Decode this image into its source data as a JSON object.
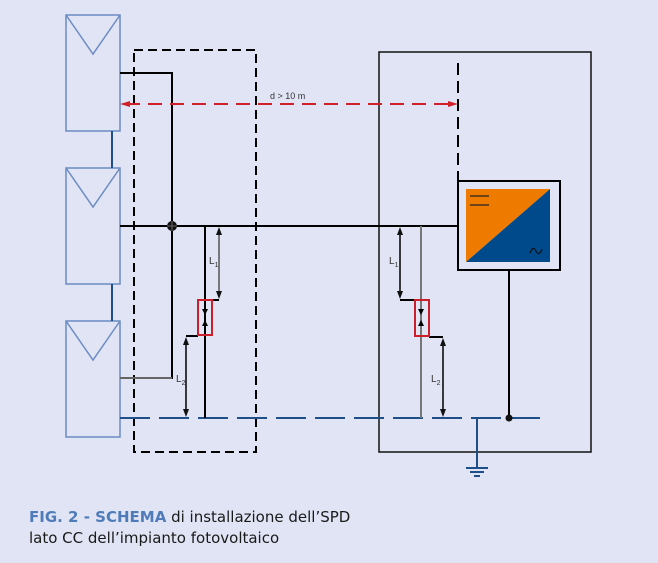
{
  "diagram": {
    "distance_label": "d > 10 m",
    "left_spd": {
      "l1_label": "L",
      "l1_sub": "1",
      "l2_label": "L",
      "l2_sub": "2"
    },
    "right_spd": {
      "l1_label": "L",
      "l1_sub": "1",
      "l2_label": "L",
      "l2_sub": "2"
    },
    "colors": {
      "background": "#e1e4f4",
      "panel_stroke": "#6b8cc4",
      "wire": "#000000",
      "earth": "#1f4f88",
      "distance": "#d0202a",
      "spd": "#cc1f2b",
      "inverter_dc": "#ee7b00",
      "inverter_ac": "#004a8c"
    },
    "components": [
      "pv-panel",
      "pv-panel",
      "pv-panel",
      "spd",
      "spd",
      "inverter",
      "ground"
    ]
  },
  "caption": {
    "figure_label": "FIG. 2 - SCHEMA",
    "line1_rest": " di installazione dell’SPD",
    "line2": "lato CC dell’impianto fotovoltaico"
  }
}
